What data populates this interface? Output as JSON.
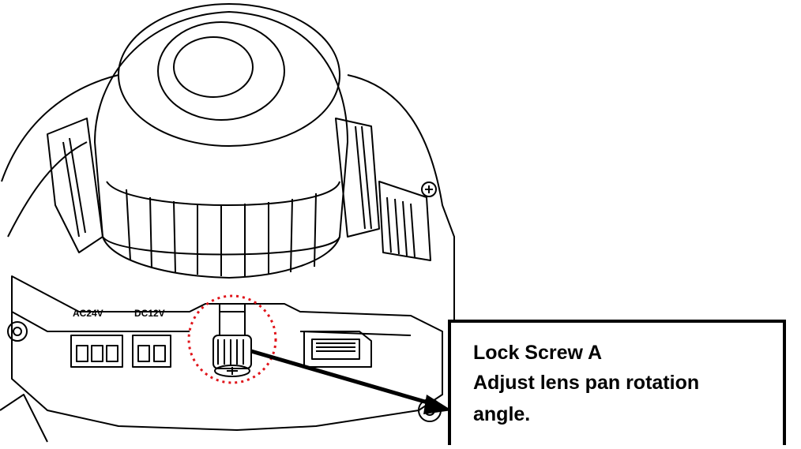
{
  "callout": {
    "title": "Lock Screw A",
    "line2": "Adjust lens pan rotation",
    "line3": "angle."
  },
  "terminal_labels": {
    "ac": "AC24V",
    "dc": "DC12V"
  },
  "colors": {
    "highlight": "#e0141a",
    "line": "#000000",
    "background": "#ffffff"
  }
}
